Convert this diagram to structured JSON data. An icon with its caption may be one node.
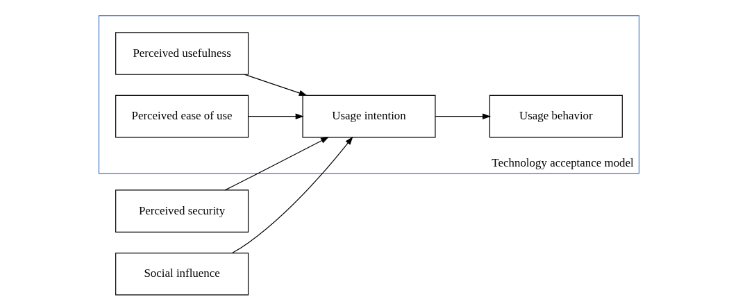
{
  "diagram": {
    "nodes": [
      {
        "text": [
          "Technology acceptance model"
        ]
      },
      {
        "text": [
          "Perceived usefulness"
        ],
        "in": 0
      },
      {
        "text": [
          "Perceived ease of use"
        ],
        "in": 0
      },
      {
        "text": [
          "Usage intention"
        ],
        "in": 0
      },
      {
        "text": [
          "Usage behavior"
        ],
        "in": 0
      },
      {
        "text": [
          "Perceived security"
        ]
      },
      {
        "text": [
          "Social influence"
        ]
      }
    ],
    "edges": [
      {
        "from": 1,
        "to": 3,
        "arrow": "to"
      },
      {
        "from": 2,
        "to": 3,
        "arrow": "to"
      },
      {
        "from": 3,
        "to": 4,
        "arrow": "to"
      },
      {
        "from": 5,
        "to": 3,
        "arrow": "to"
      },
      {
        "from": 6,
        "to": 3,
        "arrow": "to"
      }
    ]
  }
}
